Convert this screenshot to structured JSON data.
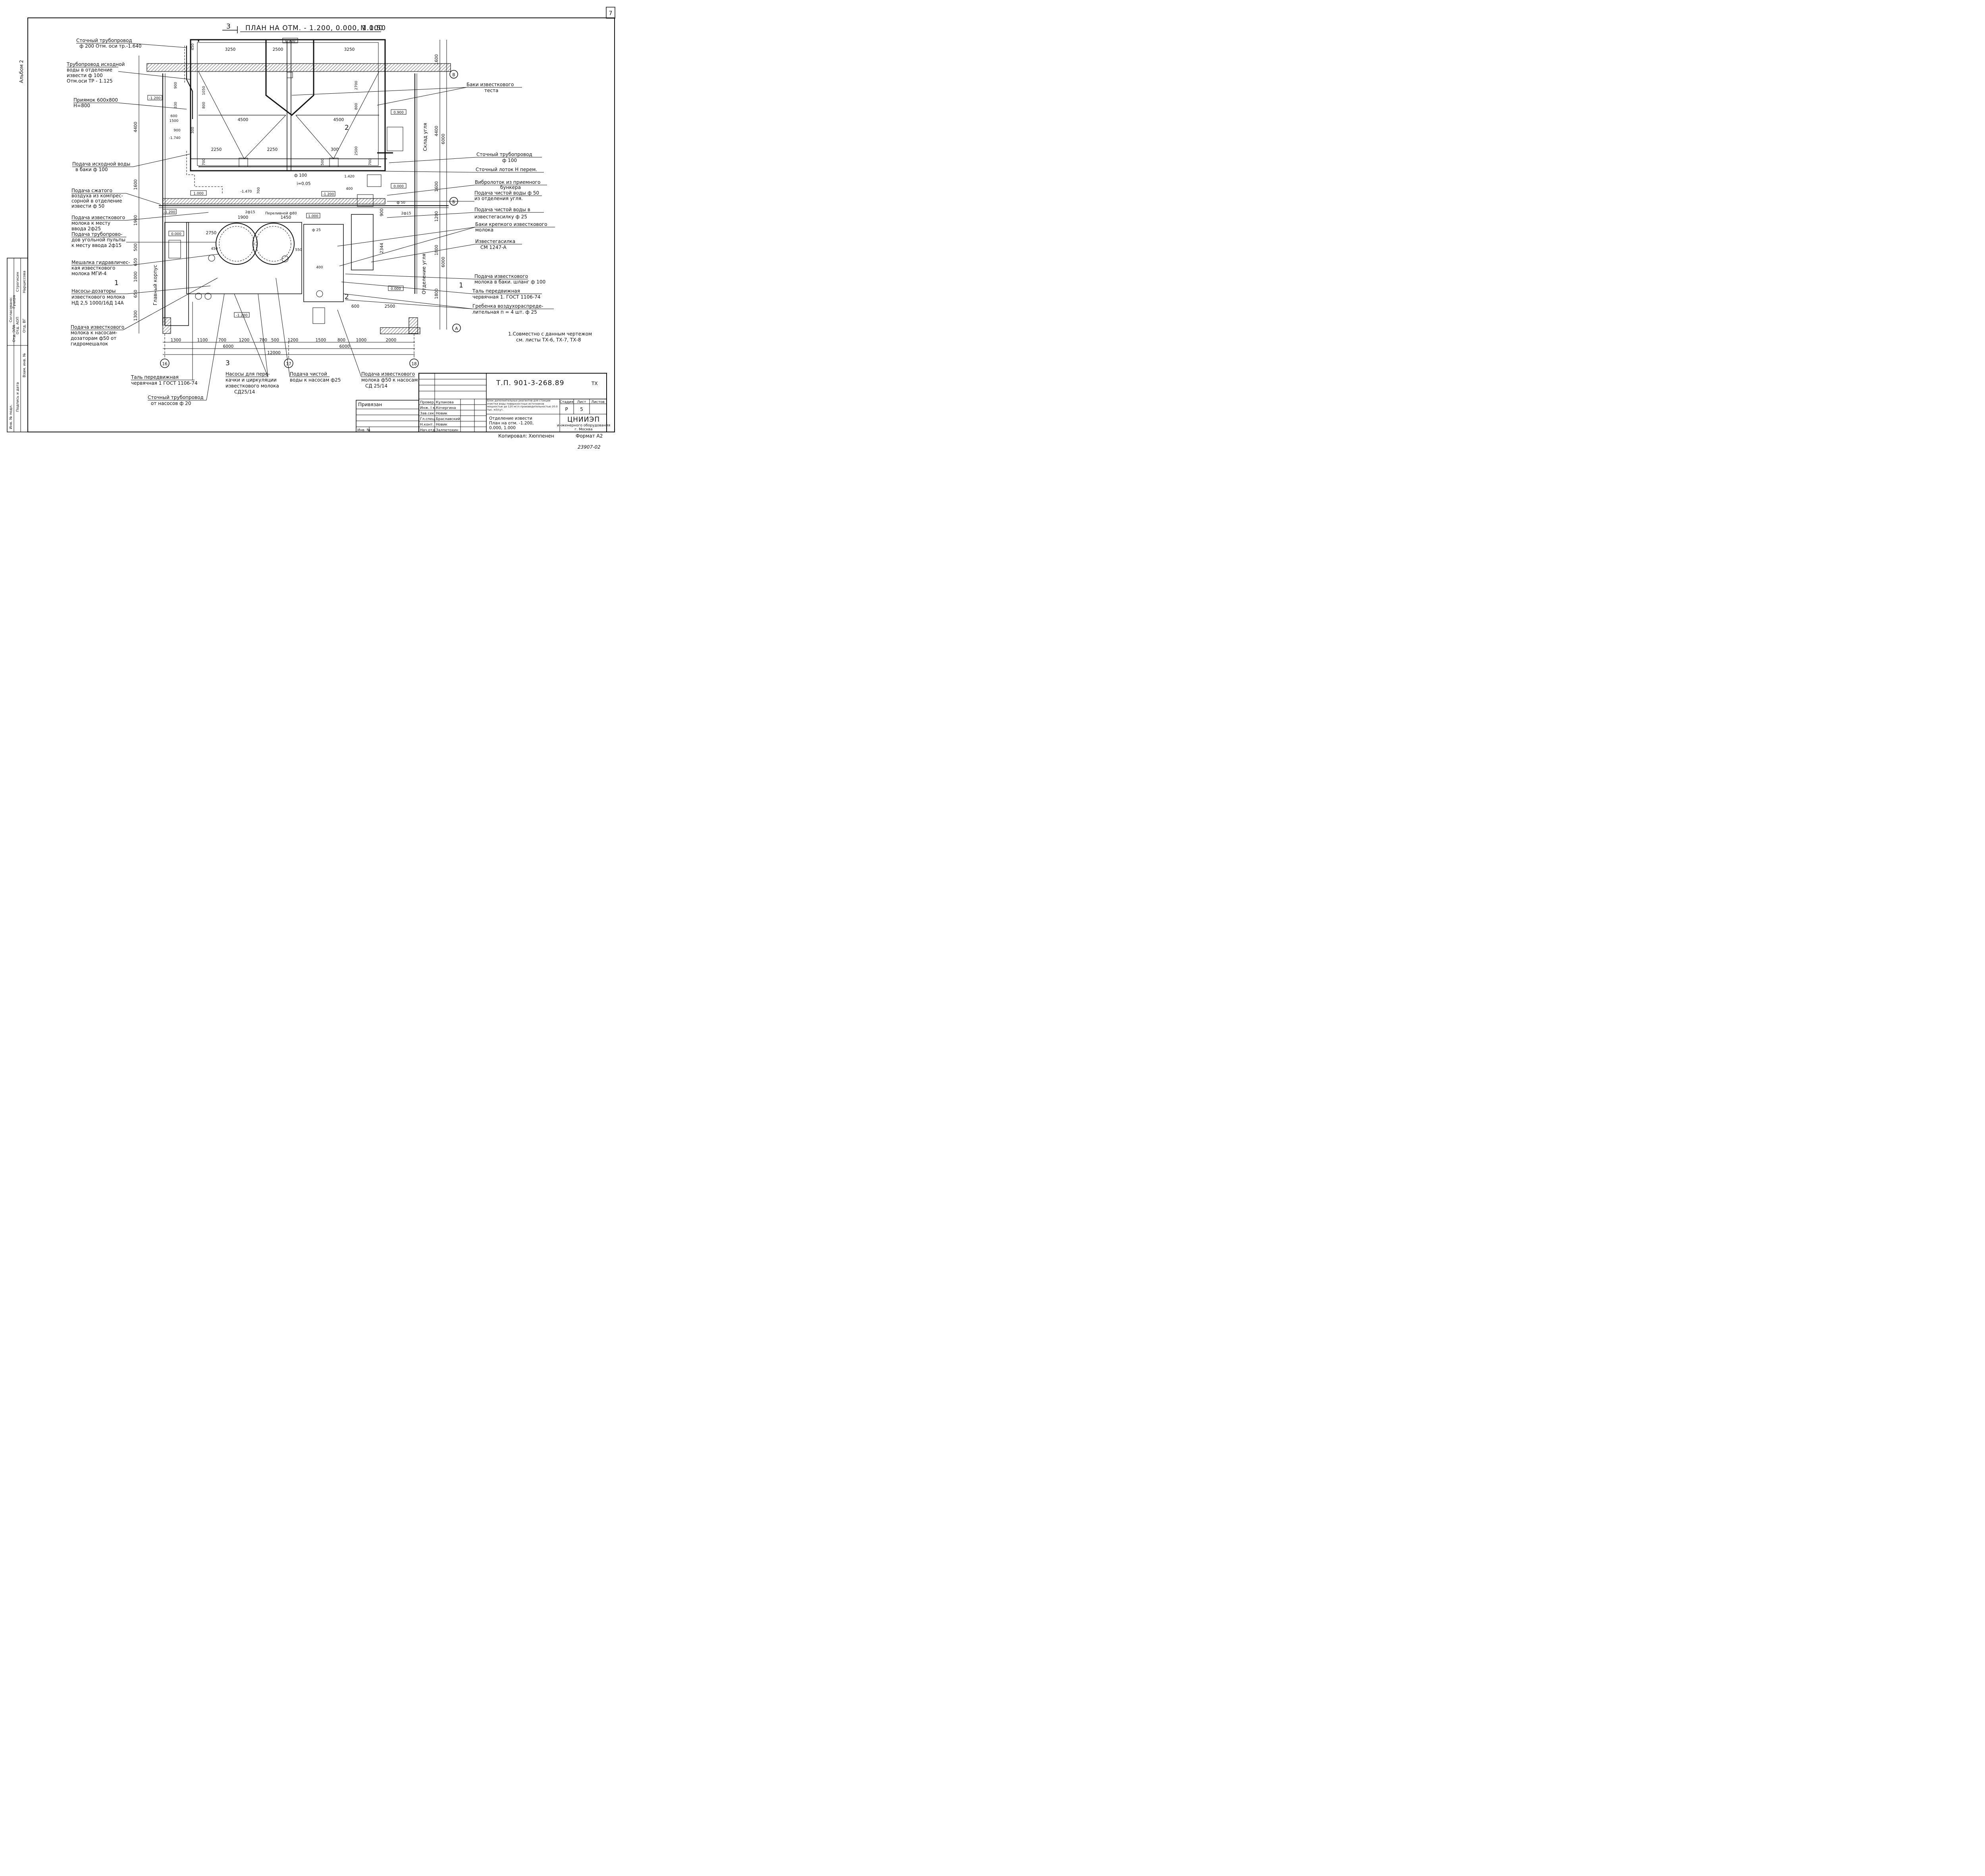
{
  "page_number": "7",
  "album": "Альбом 2",
  "title": {
    "section": "3",
    "text": "ПЛАН  НА  ОТМ. - 1.200, 0.000, 1.000",
    "scale": "М 1:50"
  },
  "callouts_left": [
    {
      "l1": "Сточный трубопровод",
      "l2": "ф 200  Отм. оси тр.-1.640"
    },
    {
      "l1": "Трубопровод исходной",
      "l2": "воды в отделение",
      "l3": "извести ф 100",
      "l4": "Отм.оси ТР - 1.125"
    },
    {
      "l1": "Приямок 600х800",
      "l2": "Н=800"
    },
    {
      "l1": "Подача исходной воды",
      "l2": "в баки  ф 100"
    },
    {
      "l1": "Подача сжатого",
      "l2": "воздуха из компрес-",
      "l3": "сорной в отделение",
      "l4": "извести ф 50"
    },
    {
      "l1": "Подача известкового",
      "l2": "молока к месту",
      "l3": "ввода  2ф25"
    },
    {
      "l1": "Подача трубопрово-",
      "l2": "дов угольной пульпы",
      "l3": "к месту ввода 2ф15"
    },
    {
      "l1": "Мешалка гидравличес-",
      "l2": "кая известкового",
      "l3": "молока МГИ-4"
    },
    {
      "l1": "Насосы-дозаторы",
      "l2": "известкового молока",
      "l3": "НД 2,5 1000/16Д 14А"
    },
    {
      "l1": "Подача известкового",
      "l2": "молока к насосам-",
      "l3": "дозаторам ф50 от",
      "l4": "гидромешалок"
    }
  ],
  "callouts_right": [
    {
      "l1": "Баки известкового",
      "l2": "теста"
    },
    {
      "l1": "Сточный трубопровод",
      "l2": "ф 100"
    },
    {
      "l1": "Сточный лоток Н перем."
    },
    {
      "l1": "Вибролоток из приемного",
      "l2": "бункера"
    },
    {
      "l1": "Подача чистой воды ф 50",
      "l2": "из отделения угля."
    },
    {
      "l1": "Подача чистой воды в",
      "l2": "известегасилку ф 25"
    },
    {
      "l1": "Баки крепкого известкового",
      "l2": "молока"
    },
    {
      "l1": "Известегасилка",
      "l2": "СМ 1247-А"
    },
    {
      "l1": "Подача известкового",
      "l2": "молока в баки. шланг ф 100"
    },
    {
      "l1": "Таль          передвижная",
      "l2": "червячная 1. ГОСТ 1106-74"
    },
    {
      "l1": "Гребенка воздухораспреде-",
      "l2": "лительная  п = 4 шт. ф 25"
    }
  ],
  "callouts_bottom": [
    {
      "l1": "Таль передвижная",
      "l2": "червячная 1 ГОСТ 1106-74"
    },
    {
      "l1": "Насосы для пере-",
      "l2": "качки и циркуляции",
      "l3": "известкового молока",
      "l4": "СД25/14"
    },
    {
      "l1": "Подача чистой",
      "l2": "воды к насосам ф25"
    },
    {
      "l1": "Подача известкового",
      "l2": "молока ф50 к насосам",
      "l3": "СД 25/14"
    },
    {
      "l1": "Сточный трубопровод",
      "l2": "от насосов  ф 20"
    }
  ],
  "room_labels": {
    "coal_storage": "Склад угля",
    "coal_dept": "Отделение угля",
    "main_building": "Главный корпус"
  },
  "note": {
    "l1": "1.Совместно с данным чертежом",
    "l2": "см. листы  ТХ-6, ТХ-7, ТХ-8"
  },
  "axes": {
    "b_upper": "В",
    "b_mid": "Б",
    "a": "А",
    "c16": "16",
    "c17": "17",
    "c18": "18"
  },
  "levels": [
    "0.900",
    "0.900",
    "-1.200",
    "-1.740",
    "1.000",
    "-1.470",
    "1.000",
    "0.000",
    "-1.200",
    "0.000",
    "1.000",
    "0.000",
    "1.420",
    "-1.200",
    "-1.200"
  ],
  "dims_top": [
    "3250",
    "2500",
    "3250"
  ],
  "dims_mid": [
    "4500",
    "4500",
    "2250",
    "2250",
    "300"
  ],
  "dims_bottom": [
    "1300",
    "1100",
    "700",
    "1200",
    "700",
    "500",
    "1200",
    "1500",
    "800",
    "1000",
    "2000"
  ],
  "dims_total": [
    "6000",
    "6000",
    "12000"
  ],
  "dims_left": [
    "4400",
    "1600",
    "1900",
    "500",
    "650",
    "1000",
    "650",
    "1300"
  ],
  "dims_right": [
    "1600",
    "4400",
    "6000",
    "1600",
    "1200",
    "1800",
    "1800",
    "6000"
  ],
  "dims_misc": [
    "450",
    "1050",
    "800",
    "2700",
    "800",
    "2500",
    "900",
    "330",
    "600",
    "1500",
    "900",
    "300",
    "700",
    "700",
    "500",
    "700",
    "ф 100",
    "i=0.05",
    "400",
    "2ф15",
    "1900",
    "1450",
    "Переливной ф80",
    "2750",
    "450",
    "550",
    "2344",
    "400",
    "900",
    "600",
    "2500",
    "ф 50",
    "2ф15",
    "ф 25"
  ],
  "stamp": {
    "code": "Т.П. 901-3-268.89",
    "section": "ТХ",
    "desc": "Блок дополнительных реагентов для станции очистки воды поверхностных источников мощностью до 120 мг/л производительностью 20.0 тыс. м3/сут.",
    "sheet_title_l1": "Отделение извести",
    "sheet_title_l2": "План на отм. -1.200,",
    "sheet_title_l3": "0.000, 1.000",
    "stage_h": "Стадия",
    "sheet_h": "Лист",
    "sheets_h": "Листов",
    "stage": "Р",
    "sheet": "5",
    "sheets": "",
    "org_l1": "ЦНИИЭП",
    "org_l2": "инженерного оборудования",
    "org_l3": "г. Москва",
    "roles": [
      {
        "role": "Провер.",
        "name": "Кулакова"
      },
      {
        "role": "Инж. I к.",
        "name": "Кочергина"
      },
      {
        "role": "Зав.сек.",
        "name": "Новик"
      },
      {
        "role": "Гл.спец.",
        "name": "Браславский"
      },
      {
        "role": "Н.конт.",
        "name": "Новик"
      },
      {
        "role": "Нач.отд.",
        "name": "Залпетохин"
      }
    ],
    "privyazan": "Привязан",
    "inv": "Инв. №",
    "copied": "Копировал: Хюппенен",
    "format": "Формат А2",
    "archive_no": "23907-02"
  },
  "left_strip": {
    "soglasovano": "Согласовано:",
    "rows": [
      {
        "dept": "Отд. АОП",
        "name": "Строгисин"
      },
      {
        "dept": "Отд. ВГ",
        "name": "Нарциссова"
      },
      {
        "dept": "Отд. ЭЛА",
        "name": "Гуцера"
      }
    ],
    "bottom_cols": [
      "Инв. № подл.",
      "Подпись и дата",
      "Взам. инв. №"
    ]
  },
  "section_marks": [
    "1",
    "1",
    "2",
    "2",
    "3"
  ]
}
